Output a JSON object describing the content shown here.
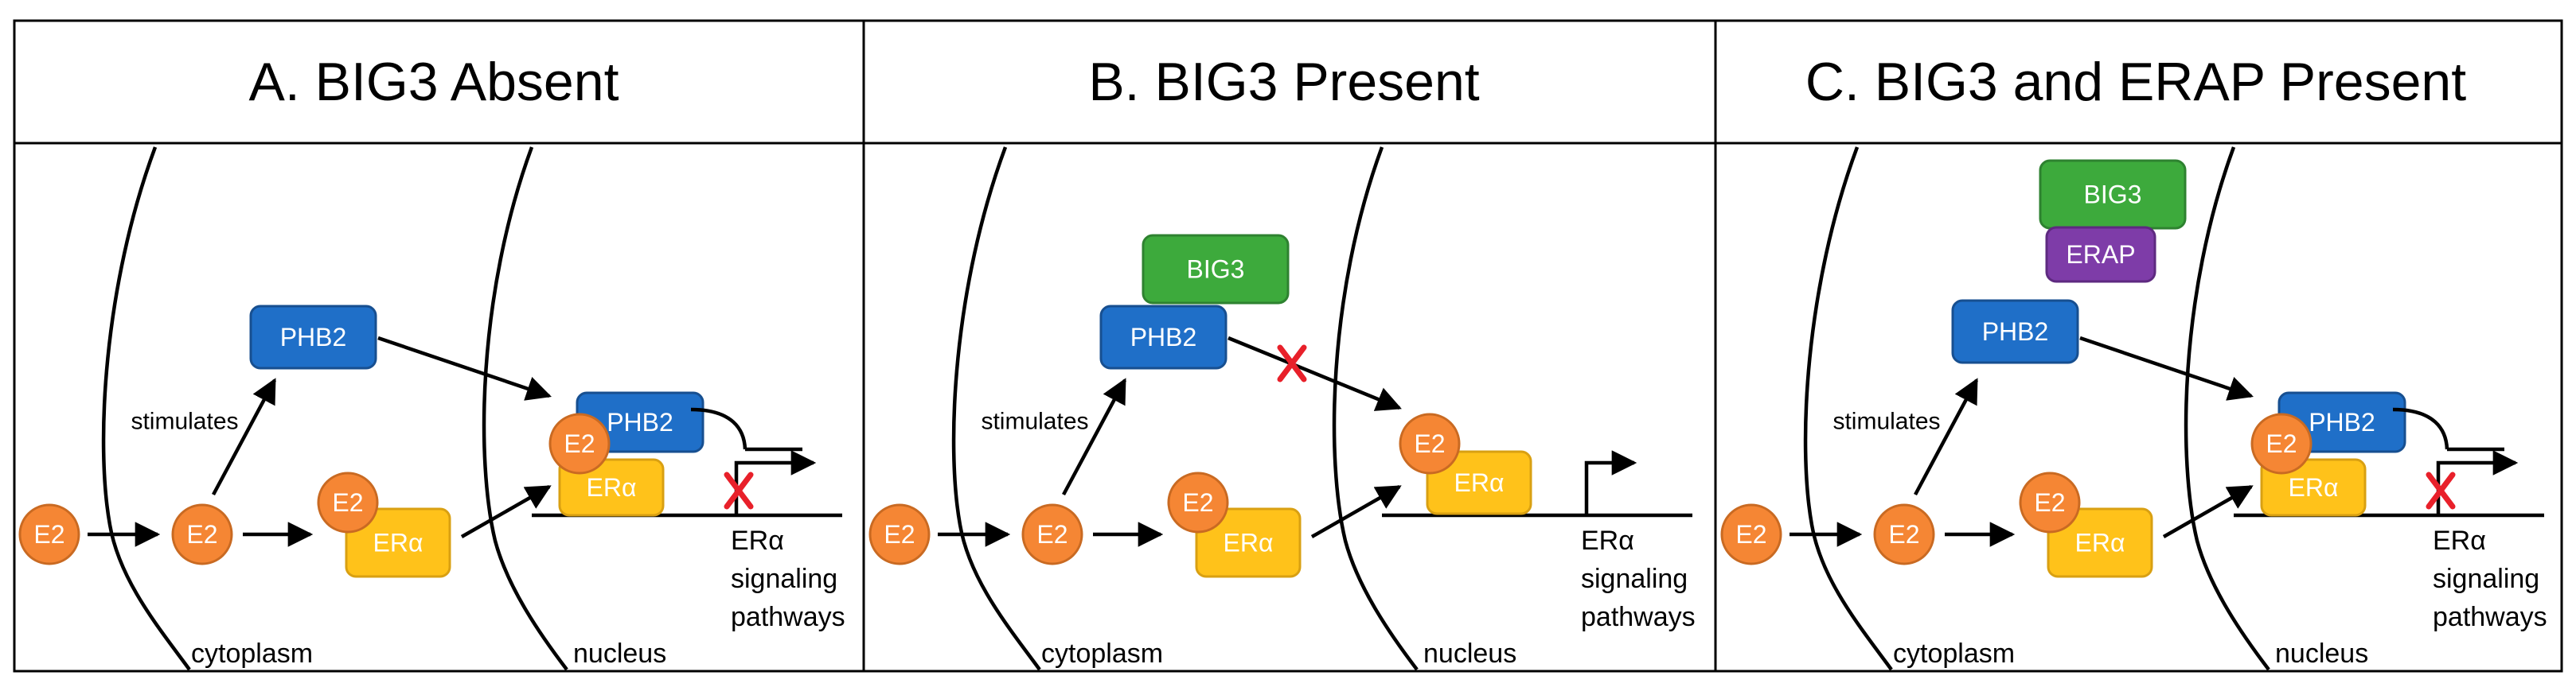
{
  "panels": [
    {
      "title": "A. BIG3 Absent",
      "labels": {
        "e2": "E2",
        "phb2": "PHB2",
        "era": "ERα",
        "stimulates": "stimulates",
        "cytoplasm": "cytoplasm",
        "nucleus": "nucleus"
      },
      "pathway_lines": [
        "ERα",
        "signaling",
        "pathways"
      ]
    },
    {
      "title": "B. BIG3 Present",
      "labels": {
        "e2": "E2",
        "phb2": "PHB2",
        "era": "ERα",
        "big3": "BIG3",
        "stimulates": "stimulates",
        "cytoplasm": "cytoplasm",
        "nucleus": "nucleus"
      },
      "pathway_lines": [
        "ERα",
        "signaling",
        "pathways"
      ]
    },
    {
      "title": "C. BIG3 and ERAP Present",
      "labels": {
        "e2": "E2",
        "phb2": "PHB2",
        "era": "ERα",
        "big3": "BIG3",
        "erap": "ERAP",
        "stimulates": "stimulates",
        "cytoplasm": "cytoplasm",
        "nucleus": "nucleus"
      },
      "pathway_lines": [
        "ERα",
        "signaling",
        "pathways"
      ]
    }
  ],
  "colors": {
    "e2_fill": "#F58634",
    "e2_stroke": "#C96A22",
    "phb2_fill": "#1F6FC8",
    "phb2_stroke": "#174F90",
    "era_fill": "#FFC21A",
    "era_stroke": "#D9A012",
    "big3_fill": "#3DAA3C",
    "big3_stroke": "#2E8230",
    "erap_fill": "#7E3CA8",
    "erap_stroke": "#5E2A80",
    "block_x": "#E8202A",
    "line": "#000000"
  }
}
